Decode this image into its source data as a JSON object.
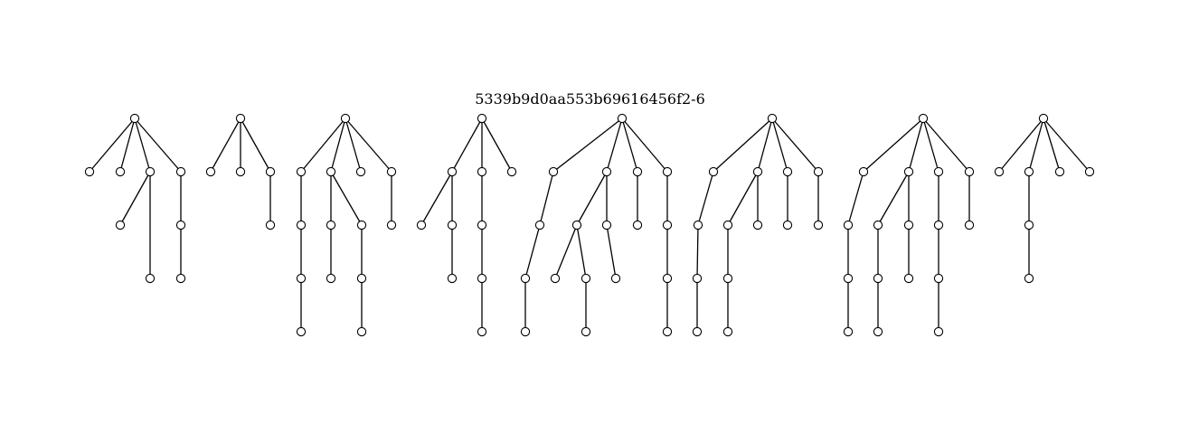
{
  "title": "5339b9d0aa553b69616456f2-6",
  "colors": {
    "line": "#000000",
    "node_fill": "#ffffff",
    "background": "#ffffff"
  },
  "trees": [
    {
      "name": "tree-1",
      "nodes": [
        "r",
        "a",
        "b",
        "c",
        "d",
        "c1",
        "d1",
        "c2",
        "d2"
      ],
      "edges": [
        [
          "r",
          "a"
        ],
        [
          "r",
          "b"
        ],
        [
          "r",
          "c"
        ],
        [
          "r",
          "d"
        ],
        [
          "c",
          "c1"
        ],
        [
          "c",
          "c2"
        ],
        [
          "d",
          "d1"
        ],
        [
          "d1",
          "d2"
        ]
      ]
    },
    {
      "name": "tree-2",
      "nodes": [
        "r",
        "a",
        "b",
        "c",
        "c1"
      ],
      "edges": [
        [
          "r",
          "a"
        ],
        [
          "r",
          "b"
        ],
        [
          "r",
          "c"
        ],
        [
          "c",
          "c1"
        ]
      ]
    },
    {
      "name": "tree-3",
      "nodes": [
        "r",
        "a",
        "b",
        "c",
        "d",
        "a1",
        "a2",
        "a3",
        "b1",
        "b2",
        "b3",
        "b4",
        "b5",
        "d1"
      ],
      "edges": [
        [
          "r",
          "a"
        ],
        [
          "r",
          "b"
        ],
        [
          "r",
          "c"
        ],
        [
          "r",
          "d"
        ],
        [
          "a",
          "a1"
        ],
        [
          "a1",
          "a2"
        ],
        [
          "a2",
          "a3"
        ],
        [
          "b",
          "b1"
        ],
        [
          "b1",
          "b2"
        ],
        [
          "b",
          "b3"
        ],
        [
          "b3",
          "b4"
        ],
        [
          "b4",
          "b5"
        ],
        [
          "d",
          "d1"
        ]
      ]
    },
    {
      "name": "tree-4",
      "nodes": [
        "r",
        "a",
        "b",
        "c",
        "a1",
        "a2",
        "a3",
        "b1",
        "b2",
        "b3"
      ],
      "edges": [
        [
          "r",
          "a"
        ],
        [
          "r",
          "b"
        ],
        [
          "r",
          "c"
        ],
        [
          "a",
          "a1"
        ],
        [
          "a",
          "a2"
        ],
        [
          "a2",
          "a3"
        ],
        [
          "b",
          "b1"
        ],
        [
          "b1",
          "b2"
        ],
        [
          "b2",
          "b3"
        ]
      ]
    },
    {
      "name": "tree-5",
      "nodes": [
        "r",
        "a",
        "b",
        "c",
        "d",
        "a1",
        "a2",
        "a3",
        "b1",
        "b2",
        "b3",
        "b4",
        "b5",
        "b6",
        "c1",
        "d1",
        "d2",
        "d3"
      ],
      "edges": [
        [
          "r",
          "a"
        ],
        [
          "r",
          "b"
        ],
        [
          "r",
          "c"
        ],
        [
          "r",
          "d"
        ],
        [
          "a",
          "a1"
        ],
        [
          "a1",
          "a2"
        ],
        [
          "a2",
          "a3"
        ],
        [
          "b",
          "b1"
        ],
        [
          "b1",
          "b2"
        ],
        [
          "b1",
          "b3"
        ],
        [
          "b3",
          "b4"
        ],
        [
          "b",
          "b5"
        ],
        [
          "b5",
          "b6"
        ],
        [
          "c",
          "c1"
        ],
        [
          "d",
          "d1"
        ],
        [
          "d1",
          "d2"
        ],
        [
          "d2",
          "d3"
        ]
      ]
    },
    {
      "name": "tree-6",
      "nodes": [
        "r",
        "a",
        "b",
        "c",
        "d",
        "a1",
        "a2",
        "a3",
        "b1",
        "b2",
        "b3",
        "b4",
        "c1",
        "d1"
      ],
      "edges": [
        [
          "r",
          "a"
        ],
        [
          "r",
          "b"
        ],
        [
          "r",
          "c"
        ],
        [
          "r",
          "d"
        ],
        [
          "a",
          "a1"
        ],
        [
          "a1",
          "a2"
        ],
        [
          "a2",
          "a3"
        ],
        [
          "b",
          "b1"
        ],
        [
          "b1",
          "b2"
        ],
        [
          "b2",
          "b3"
        ],
        [
          "b",
          "b4"
        ],
        [
          "c",
          "c1"
        ],
        [
          "d",
          "d1"
        ]
      ]
    },
    {
      "name": "tree-7",
      "nodes": [
        "r",
        "a",
        "b",
        "c",
        "d",
        "a1",
        "a2",
        "a3",
        "b1",
        "b2",
        "b3",
        "b4",
        "b5",
        "c1",
        "c2",
        "c3",
        "d1"
      ],
      "edges": [
        [
          "r",
          "a"
        ],
        [
          "r",
          "b"
        ],
        [
          "r",
          "c"
        ],
        [
          "r",
          "d"
        ],
        [
          "a",
          "a1"
        ],
        [
          "a1",
          "a2"
        ],
        [
          "a2",
          "a3"
        ],
        [
          "b",
          "b1"
        ],
        [
          "b1",
          "b2"
        ],
        [
          "b2",
          "b3"
        ],
        [
          "b",
          "b4"
        ],
        [
          "b4",
          "b5"
        ],
        [
          "c",
          "c1"
        ],
        [
          "c1",
          "c2"
        ],
        [
          "c2",
          "c3"
        ],
        [
          "d",
          "d1"
        ]
      ]
    },
    {
      "name": "tree-8",
      "nodes": [
        "r",
        "a",
        "b",
        "c",
        "d",
        "b1",
        "b2"
      ],
      "edges": [
        [
          "r",
          "a"
        ],
        [
          "r",
          "b"
        ],
        [
          "r",
          "c"
        ],
        [
          "r",
          "d"
        ],
        [
          "b",
          "b1"
        ],
        [
          "b1",
          "b2"
        ]
      ]
    }
  ]
}
